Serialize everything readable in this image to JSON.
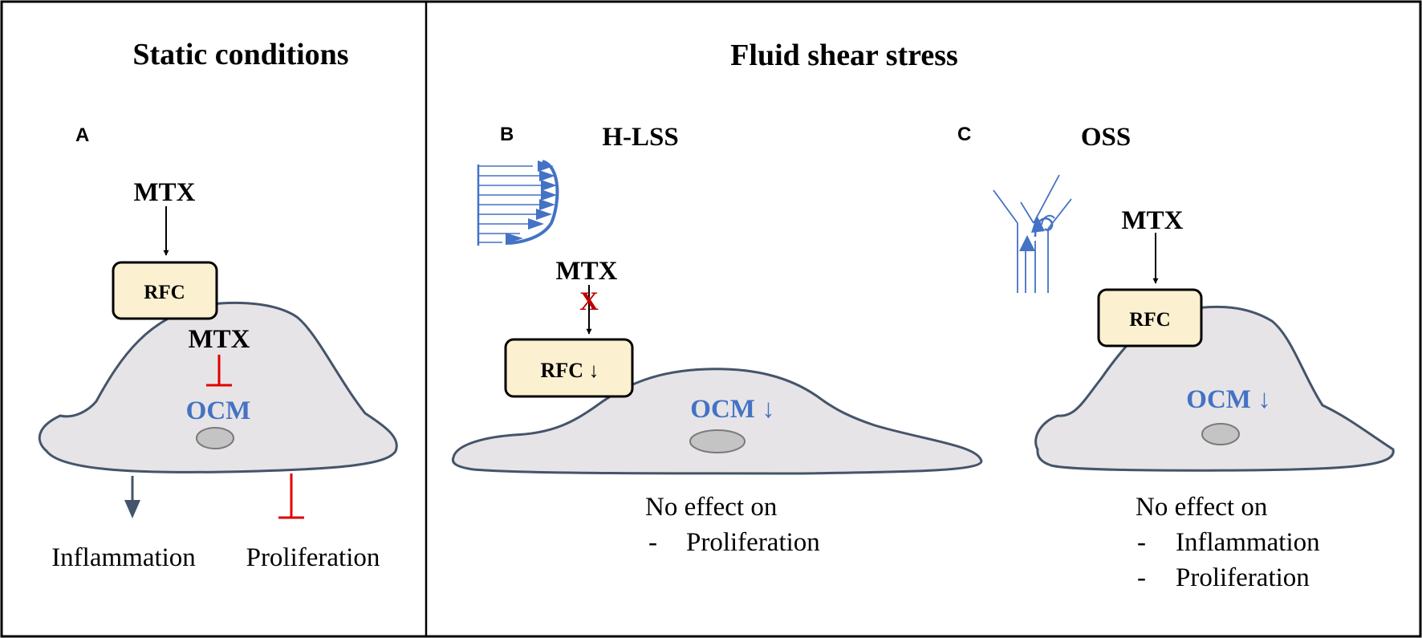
{
  "titles": {
    "static": "Static conditions",
    "fluid": "Fluid shear stress"
  },
  "panels": {
    "a": {
      "letter": "A",
      "drug_outside": "MTX",
      "transporter": "RFC",
      "drug_inside": "MTX",
      "metabolism": "OCM",
      "outcome_left": "Inflammation",
      "outcome_right": "Proliferation"
    },
    "b": {
      "letter": "B",
      "condition": "H-LSS",
      "drug_outside": "MTX",
      "block_mark": "X",
      "transporter": "RFC ↓",
      "metabolism": "OCM ↓",
      "no_effect_title": "No effect on",
      "no_effect_items": [
        {
          "dash": "-",
          "text": "Proliferation"
        }
      ]
    },
    "c": {
      "letter": "C",
      "condition": "OSS",
      "drug_outside": "MTX",
      "transporter": "RFC",
      "metabolism": "OCM ↓",
      "no_effect_title": "No effect on",
      "no_effect_items": [
        {
          "dash": "-",
          "text": "Inflammation"
        },
        {
          "dash": "-",
          "text": "Proliferation"
        }
      ]
    }
  },
  "colors": {
    "cell_fill": "#e6e4e6",
    "cell_stroke": "#44546a",
    "nucleus_fill": "#c4c4c4",
    "nucleus_stroke": "#7a7a7a",
    "rfc_fill": "#fbf0cf",
    "ocm_text": "#4472c4",
    "inhibit": "#e00000",
    "block_x": "#c00000",
    "flow_blue": "#4472c4",
    "stim_arrow": "#44546a"
  }
}
